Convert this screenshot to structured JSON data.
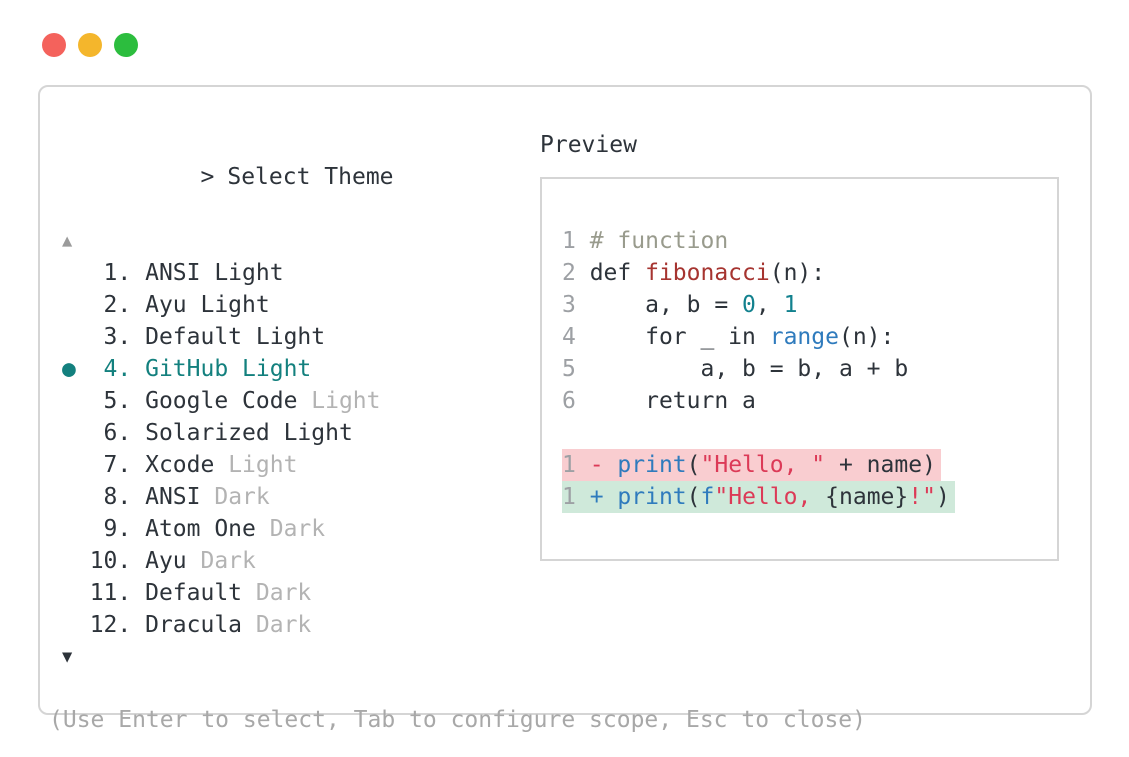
{
  "selector": {
    "prompt": ">",
    "title": "Select Theme",
    "scroll_up_symbol": "▲",
    "scroll_down_symbol": "▼",
    "selected_indicator": "●",
    "items": [
      {
        "number": " 1.",
        "selected": false,
        "parts": [
          {
            "text": "ANSI Light",
            "dim": false
          }
        ]
      },
      {
        "number": " 2.",
        "selected": false,
        "parts": [
          {
            "text": "Ayu Light",
            "dim": false
          }
        ]
      },
      {
        "number": " 3.",
        "selected": false,
        "parts": [
          {
            "text": "Default Light",
            "dim": false
          }
        ]
      },
      {
        "number": " 4.",
        "selected": true,
        "parts": [
          {
            "text": "GitHub Light",
            "dim": false
          }
        ]
      },
      {
        "number": " 5.",
        "selected": false,
        "parts": [
          {
            "text": "Google Code ",
            "dim": false
          },
          {
            "text": "Light",
            "dim": true
          }
        ]
      },
      {
        "number": " 6.",
        "selected": false,
        "parts": [
          {
            "text": "Solarized Light",
            "dim": false
          }
        ]
      },
      {
        "number": " 7.",
        "selected": false,
        "parts": [
          {
            "text": "Xcode ",
            "dim": false
          },
          {
            "text": "Light",
            "dim": true
          }
        ]
      },
      {
        "number": " 8.",
        "selected": false,
        "parts": [
          {
            "text": "ANSI ",
            "dim": false
          },
          {
            "text": "Dark",
            "dim": true
          }
        ]
      },
      {
        "number": " 9.",
        "selected": false,
        "parts": [
          {
            "text": "Atom One ",
            "dim": false
          },
          {
            "text": "Dark",
            "dim": true
          }
        ]
      },
      {
        "number": "10.",
        "selected": false,
        "parts": [
          {
            "text": "Ayu ",
            "dim": false
          },
          {
            "text": "Dark",
            "dim": true
          }
        ]
      },
      {
        "number": "11.",
        "selected": false,
        "parts": [
          {
            "text": "Default ",
            "dim": false
          },
          {
            "text": "Dark",
            "dim": true
          }
        ]
      },
      {
        "number": "12.",
        "selected": false,
        "parts": [
          {
            "text": "Dracula ",
            "dim": false
          },
          {
            "text": "Dark",
            "dim": true
          }
        ]
      }
    ],
    "hint": "(Use Enter to select, Tab to configure scope, Esc to close)"
  },
  "preview": {
    "title": "Preview",
    "lines": [
      {
        "no": "1",
        "bg": null,
        "tokens": [
          [
            "# function",
            "comment"
          ]
        ]
      },
      {
        "no": "2",
        "bg": null,
        "tokens": [
          [
            "def ",
            "plain"
          ],
          [
            "fibonacci",
            "func"
          ],
          [
            "(n):",
            "plain"
          ]
        ]
      },
      {
        "no": "3",
        "bg": null,
        "tokens": [
          [
            "    a, b = ",
            "plain"
          ],
          [
            "0",
            "literal"
          ],
          [
            ", ",
            "plain"
          ],
          [
            "1",
            "literal"
          ]
        ]
      },
      {
        "no": "4",
        "bg": null,
        "tokens": [
          [
            "    for _ in ",
            "plain"
          ],
          [
            "range",
            "builtin"
          ],
          [
            "(n):",
            "plain"
          ]
        ]
      },
      {
        "no": "5",
        "bg": null,
        "tokens": [
          [
            "        a, b = b, a + b",
            "plain"
          ]
        ]
      },
      {
        "no": "6",
        "bg": null,
        "tokens": [
          [
            "    return a",
            "plain"
          ]
        ]
      },
      {
        "no": "",
        "bg": null,
        "tokens": []
      },
      {
        "no": "1",
        "bg": "removed",
        "tokens": [
          [
            "- ",
            "string"
          ],
          [
            "print",
            "builtin"
          ],
          [
            "(",
            "plain"
          ],
          [
            "\"Hello, \"",
            "string"
          ],
          [
            " + name)",
            "plain"
          ]
        ]
      },
      {
        "no": "1",
        "bg": "added",
        "tokens": [
          [
            "+ ",
            "builtin"
          ],
          [
            "print",
            "builtin"
          ],
          [
            "(",
            "plain"
          ],
          [
            "f",
            "builtin"
          ],
          [
            "\"Hello, ",
            "string"
          ],
          [
            "{name}",
            "plain"
          ],
          [
            "!\"",
            "string"
          ],
          [
            ")",
            "plain"
          ]
        ]
      }
    ]
  },
  "colors": {
    "text": "#2d333a",
    "dim": "#b3b3b3",
    "accent": "#13807e",
    "comment": "#999b8d",
    "func": "#a63430",
    "literal": "#12818e",
    "builtin": "#2f7bbd",
    "string": "#dc3a57",
    "lineno": "#9da0a4",
    "arrow_dim": "#9b9b9b",
    "hint": "#a8a8a8",
    "border": "#d5d5d5",
    "removed_bg": "#f9cdd0",
    "added_bg": "#cfe9da",
    "tl_red": "#f4625c",
    "tl_yellow": "#f4b62c",
    "tl_green": "#2cbd3e"
  }
}
